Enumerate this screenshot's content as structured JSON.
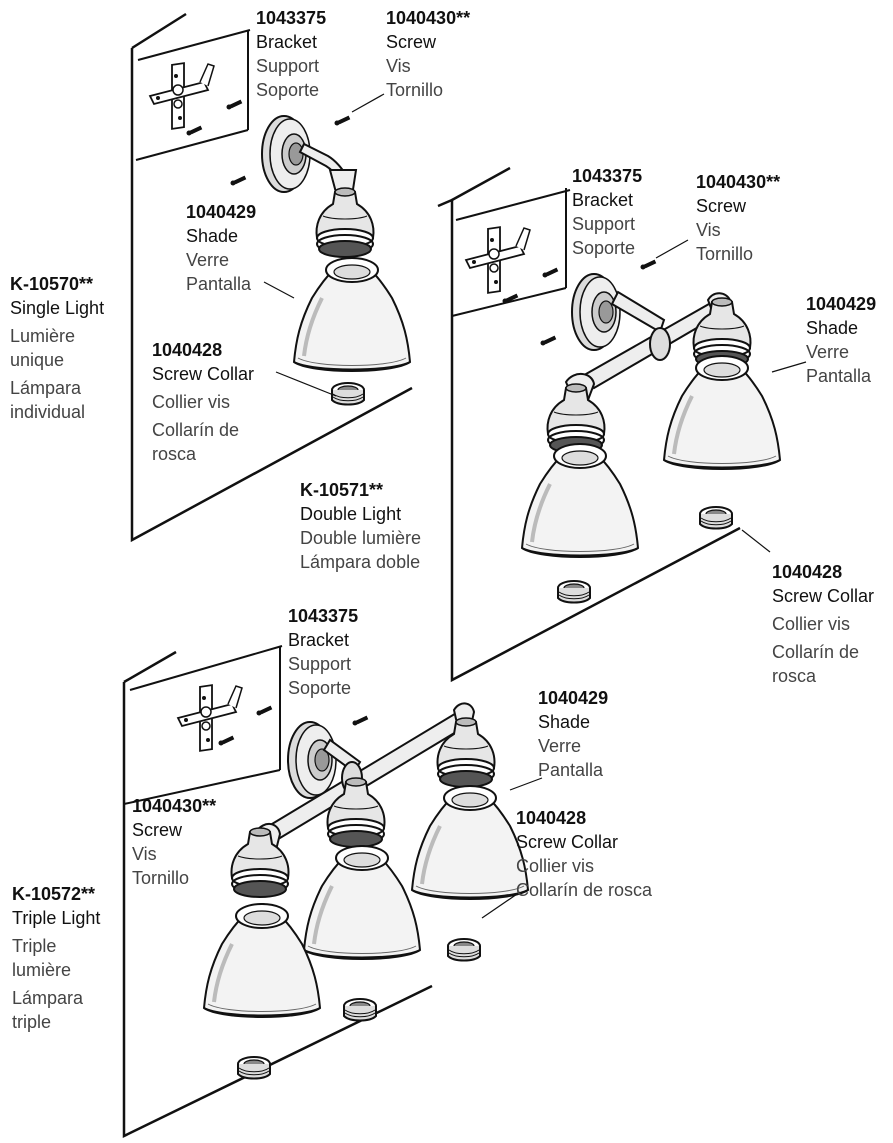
{
  "single": {
    "model": "K-10570**",
    "name_en": "Single Light",
    "name_fr": "Lumière unique",
    "name_fr_1": "Lumière",
    "name_fr_2": "unique",
    "name_es_1": "Lámpara",
    "name_es_2": "individual",
    "bracket": {
      "pn": "1043375",
      "en": "Bracket",
      "fr": "Support",
      "es": "Soporte"
    },
    "screw": {
      "pn": "1040430**",
      "en": "Screw",
      "fr": "Vis",
      "es": "Tornillo"
    },
    "shade": {
      "pn": "1040429",
      "en": "Shade",
      "fr": "Verre",
      "es": "Pantalla"
    },
    "collar": {
      "pn": "1040428",
      "en": "Screw Collar",
      "fr": "Collier vis",
      "es_1": "Collarín de",
      "es_2": "rosca"
    }
  },
  "double": {
    "model": "K-10571**",
    "name_en": "Double Light",
    "name_fr": "Double lumière",
    "name_es": "Lámpara doble",
    "bracket": {
      "pn": "1043375",
      "en": "Bracket",
      "fr": "Support",
      "es": "Soporte"
    },
    "screw": {
      "pn": "1040430**",
      "en": "Screw",
      "fr": "Vis",
      "es": "Tornillo"
    },
    "shade": {
      "pn": "1040429",
      "en": "Shade",
      "fr": "Verre",
      "es": "Pantalla"
    },
    "collar": {
      "pn": "1040428",
      "en": "Screw Collar",
      "fr": "Collier vis",
      "es_1": "Collarín de",
      "es_2": "rosca"
    }
  },
  "triple": {
    "model": "K-10572**",
    "name_en": "Triple Light",
    "name_fr_1": "Triple",
    "name_fr_2": "lumière",
    "name_es_1": "Lámpara",
    "name_es_2": "triple",
    "bracket": {
      "pn": "1043375",
      "en": "Bracket",
      "fr": "Support",
      "es": "Soporte"
    },
    "screw": {
      "pn": "1040430**",
      "en": "Screw",
      "fr": "Vis",
      "es": "Tornillo"
    },
    "shade": {
      "pn": "1040429",
      "en": "Shade",
      "fr": "Verre",
      "es": "Pantalla"
    },
    "collar": {
      "pn": "1040428",
      "en": "Screw Collar",
      "fr": "Collier vis",
      "es": "Collarín de rosca"
    }
  }
}
